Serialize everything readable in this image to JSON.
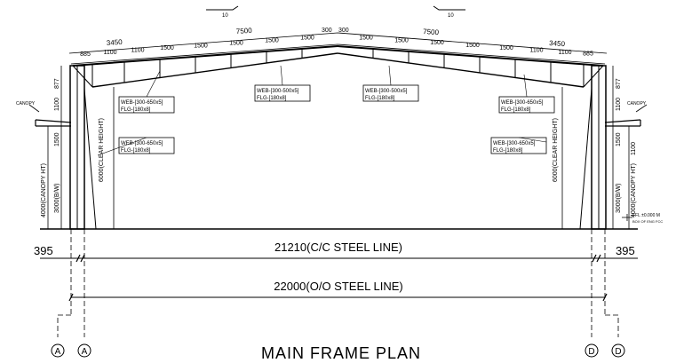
{
  "title": "MAIN FRAME PLAN",
  "dimensions": {
    "top_left_outer": "3450",
    "top_right_outer": "3450",
    "rafter_left": "7500",
    "rafter_right": "7500",
    "apex_left": "300",
    "apex_right": "300",
    "segments_left": [
      "885",
      "1100",
      "1100",
      "1500",
      "1500",
      "1500",
      "1500",
      "1500"
    ],
    "segments_right": [
      "1500",
      "1500",
      "1500",
      "1500",
      "1500",
      "1100",
      "1100",
      "885"
    ],
    "span_cc": "21210(C/C STEEL LINE)",
    "span_oo": "22000(O/O STEEL LINE)",
    "offset_left": "395",
    "offset_right": "395",
    "left_vertical": [
      "877",
      "1100",
      "1500",
      "4000(CANOPY HT)",
      "3000(B/W)"
    ],
    "right_vertical": [
      "877",
      "1100",
      "1500",
      "1100",
      "4000(CANOPY HT)",
      "3000(B/W)"
    ],
    "clear_height_left": "6000(CLEAR HEIGHT)",
    "clear_height_right": "6000(CLEAR HEIGHT)"
  },
  "member_tags": [
    {
      "web": "WEB-[300-650x5]",
      "flg": "FLG-[180x8]"
    },
    {
      "web": "WEB-[300-500x5]",
      "flg": "FLG-[180x8]"
    },
    {
      "web": "WEB-[300-500x5]",
      "flg": "FLG-[180x8]"
    },
    {
      "web": "WEB-[300-650x5]",
      "flg": "FLG-[180x8]"
    },
    {
      "web": "WEB-[300-650x5]",
      "flg": "FLG-[180x8]"
    },
    {
      "web": "WEB-[300-650x5]",
      "flg": "FLG-[180x8]"
    }
  ],
  "canopy_label": "CANOPY",
  "slope_label": "10",
  "level_note": "FFL ±0.000 M",
  "level_sub": "BOX OF ENG FCC",
  "grid_marks": [
    "A",
    "A",
    "D",
    "D"
  ]
}
